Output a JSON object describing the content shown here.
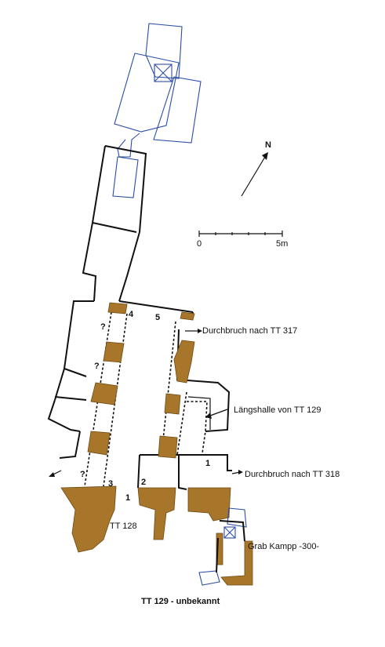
{
  "labels": {
    "breach_317": "Durchbruch nach TT 317",
    "hall_129": "Längshalle von TT 129",
    "breach_318": "Durchbruch nach TT 318",
    "tt128": "TT 128",
    "kampp": "Grab Kampp -300-",
    "title": "TT 129 - unbekannt"
  },
  "north": {
    "label": "N"
  },
  "scale": {
    "start": "0",
    "end": "5m"
  },
  "pillar_numbers": [
    "4",
    "5",
    "3",
    "2",
    "1",
    "1"
  ],
  "question_marks": [
    "?",
    "?",
    "?"
  ],
  "colors": {
    "wall": "#111111",
    "rock": "#a8762a",
    "blue_outline": "#2b4da6"
  }
}
